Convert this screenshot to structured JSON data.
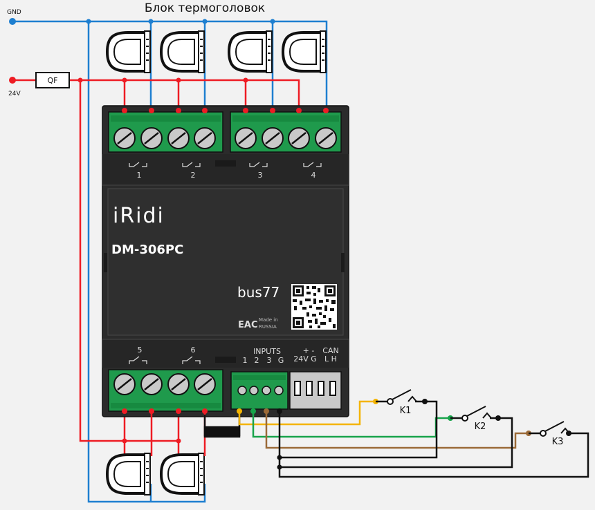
{
  "title": "Блок термоголовок",
  "supply": {
    "gnd": "GND",
    "v24": "24V",
    "breaker": "QF"
  },
  "device": {
    "brand": "iRidi",
    "model": "DM-306PC",
    "bus_logo": "bus77",
    "cert": "EAC",
    "made_in_1": "Made in",
    "made_in_2": "RUSSIA",
    "relays": [
      "1",
      "2",
      "3",
      "4",
      "5",
      "6"
    ],
    "inputs_title": "INPUTS",
    "input_numbers": [
      "1",
      "2",
      "3",
      "G"
    ],
    "power_label": "+ -",
    "power_sub": "24V G",
    "can_label": "CAN",
    "can_sub": "L H"
  },
  "switches": [
    "K1",
    "K2",
    "K3"
  ],
  "colors": {
    "background": "#f2f2f2",
    "device": "#2b2b2b",
    "terminal": "#1f9a4c",
    "supply_24v": "#ee1c24",
    "gnd": "#1e7fd0",
    "input1": "#f4b400",
    "input2": "#17a34a",
    "input3": "#9b6a38",
    "common": "#111111"
  }
}
